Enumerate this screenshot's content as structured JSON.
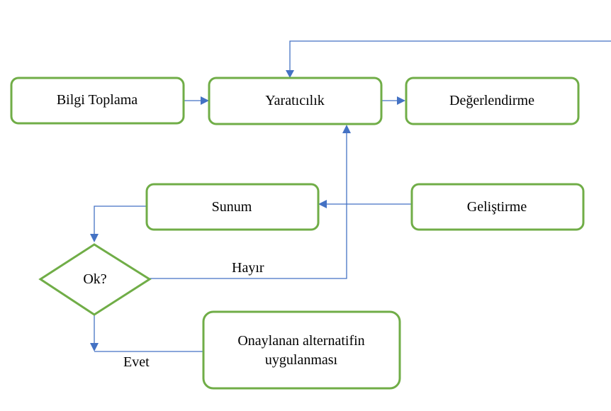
{
  "nodes": {
    "bilgi_toplama": "Bilgi Toplama",
    "yaraticilik": "Yaratıcılık",
    "degerlendirme": "Değerlendirme",
    "sunum": "Sunum",
    "gelistirme": "Geliştirme",
    "ok": "Ok?",
    "onaylanan_line1": "Onaylanan alternatifin",
    "onaylanan_line2": "uygulanması"
  },
  "edge_labels": {
    "hayir": "Hayır",
    "evet": "Evet"
  },
  "colors": {
    "node_border": "#70ad47",
    "connector": "#4472c4"
  }
}
